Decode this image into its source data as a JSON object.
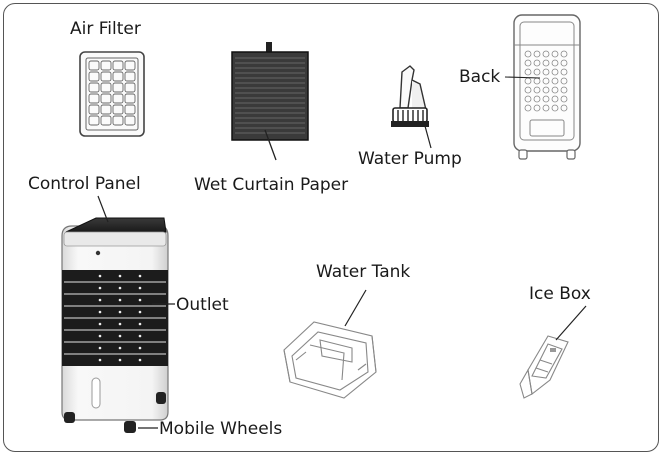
{
  "diagram": {
    "parts": {
      "air_filter": "Air Filter",
      "wet_curtain_paper": "Wet Curtain Paper",
      "water_pump": "Water Pump",
      "back": "Back",
      "control_panel": "Control Panel",
      "outlet": "Outlet",
      "mobile_wheels": "Mobile Wheels",
      "water_tank": "Water Tank",
      "ice_box": "Ice Box"
    }
  }
}
